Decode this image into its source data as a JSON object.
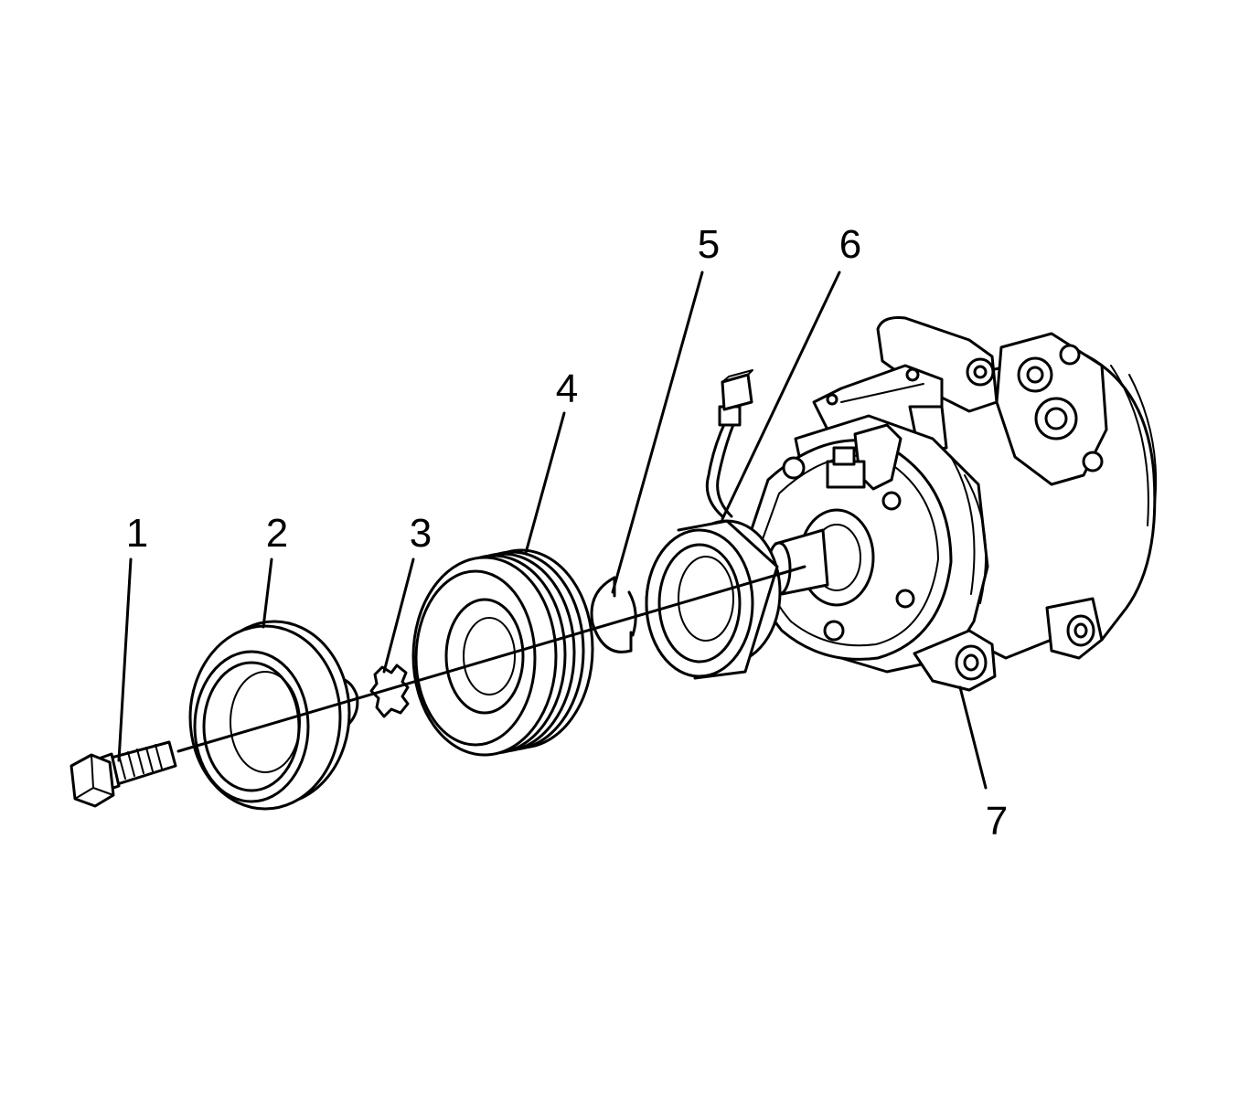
{
  "callouts": [
    {
      "id": 1,
      "text": "1"
    },
    {
      "id": 2,
      "text": "2"
    },
    {
      "id": 3,
      "text": "3"
    },
    {
      "id": 4,
      "text": "4"
    },
    {
      "id": 5,
      "text": "5"
    },
    {
      "id": 6,
      "text": "6"
    },
    {
      "id": 7,
      "text": "7"
    }
  ]
}
